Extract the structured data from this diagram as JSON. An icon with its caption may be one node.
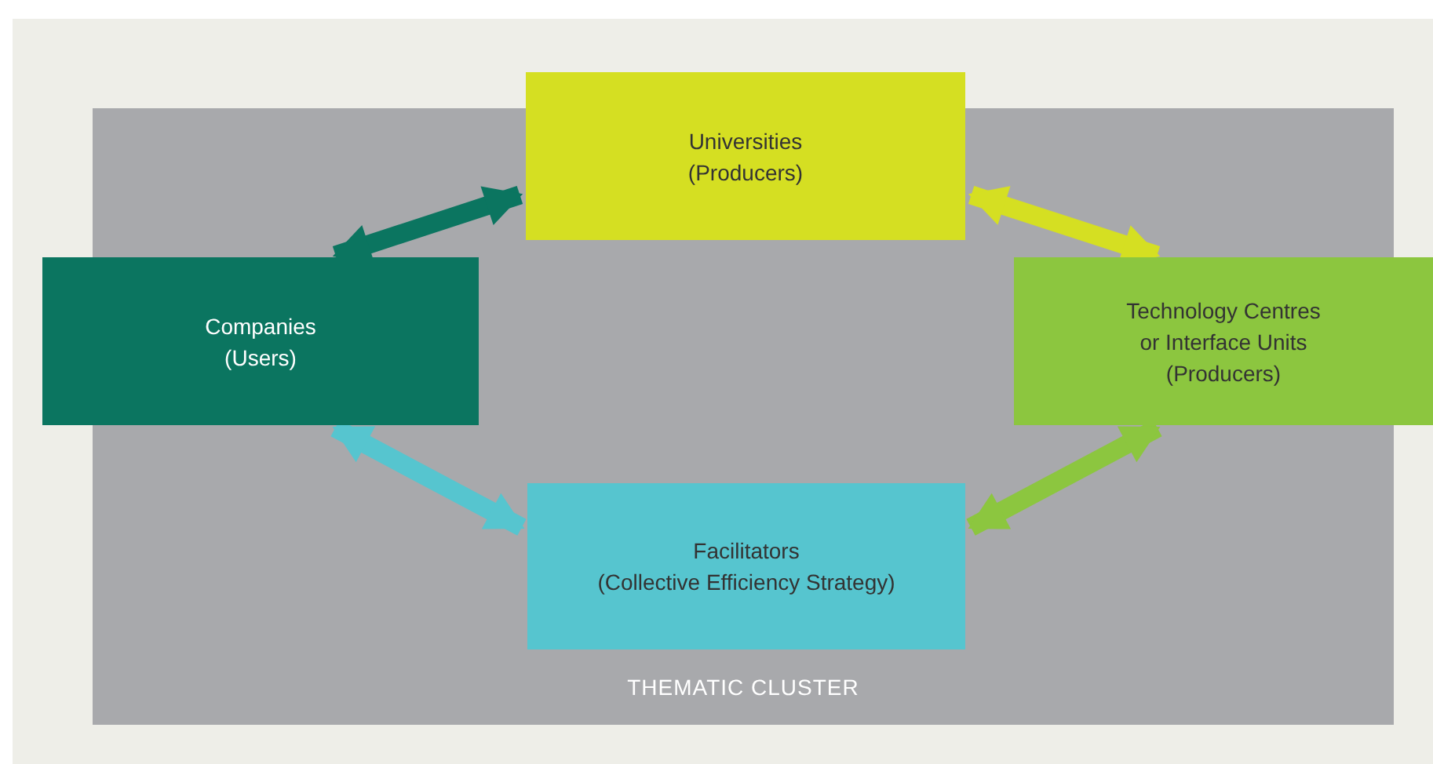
{
  "diagram": {
    "nodes": [
      {
        "text": [
          "THEMATIC CLUSTER"
        ]
      },
      {
        "text": [
          "Universities",
          "(Producers)"
        ]
      },
      {
        "text": [
          "Companies",
          "(Users)"
        ]
      },
      {
        "text": [
          "Technology Centres or Interface Units",
          "(Producers)"
        ]
      },
      {
        "text": [
          "Facilitators",
          "(Collective Efficiency Strategy)"
        ],
        "in": 0
      }
    ],
    "edges": [
      {
        "from": 2,
        "to": 1,
        "arrow": "both",
        "color": "#0b7560"
      },
      {
        "from": 1,
        "to": 3,
        "arrow": "both",
        "color": "#d5df22"
      },
      {
        "from": 2,
        "to": 4,
        "arrow": "both",
        "color": "#56c5cf"
      },
      {
        "from": 3,
        "to": 4,
        "arrow": "both",
        "color": "#8cc63f"
      }
    ]
  }
}
